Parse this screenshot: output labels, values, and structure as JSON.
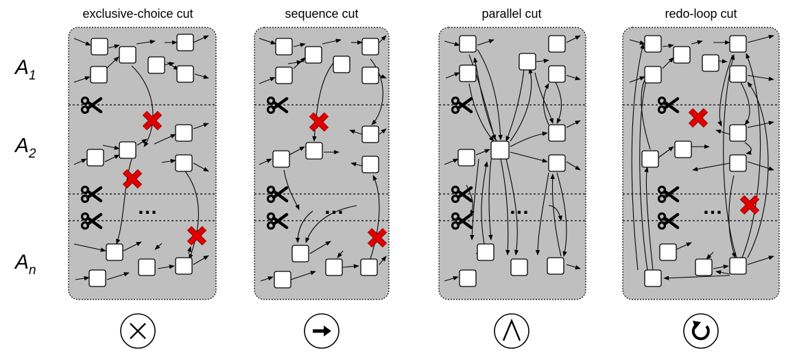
{
  "panels": [
    {
      "title": "exclusive-choice cut",
      "operator_icon": "exclusive-choice-icon"
    },
    {
      "title": "sequence cut",
      "operator_icon": "sequence-arrow-icon"
    },
    {
      "title": "parallel cut",
      "operator_icon": "parallel-and-icon"
    },
    {
      "title": "redo-loop cut",
      "operator_icon": "redo-loop-icon"
    }
  ],
  "row_labels": [
    {
      "base": "A",
      "sub": "1"
    },
    {
      "base": "A",
      "sub": "2"
    },
    {
      "base": "A",
      "sub": "n"
    }
  ],
  "ellipsis": "…",
  "colors": {
    "panel_fill": "#bfbfbf",
    "node_fill": "#ffffff",
    "cut_mark": "#e00000"
  },
  "icons": [
    "scissors-icon",
    "red-cross-icon"
  ]
}
